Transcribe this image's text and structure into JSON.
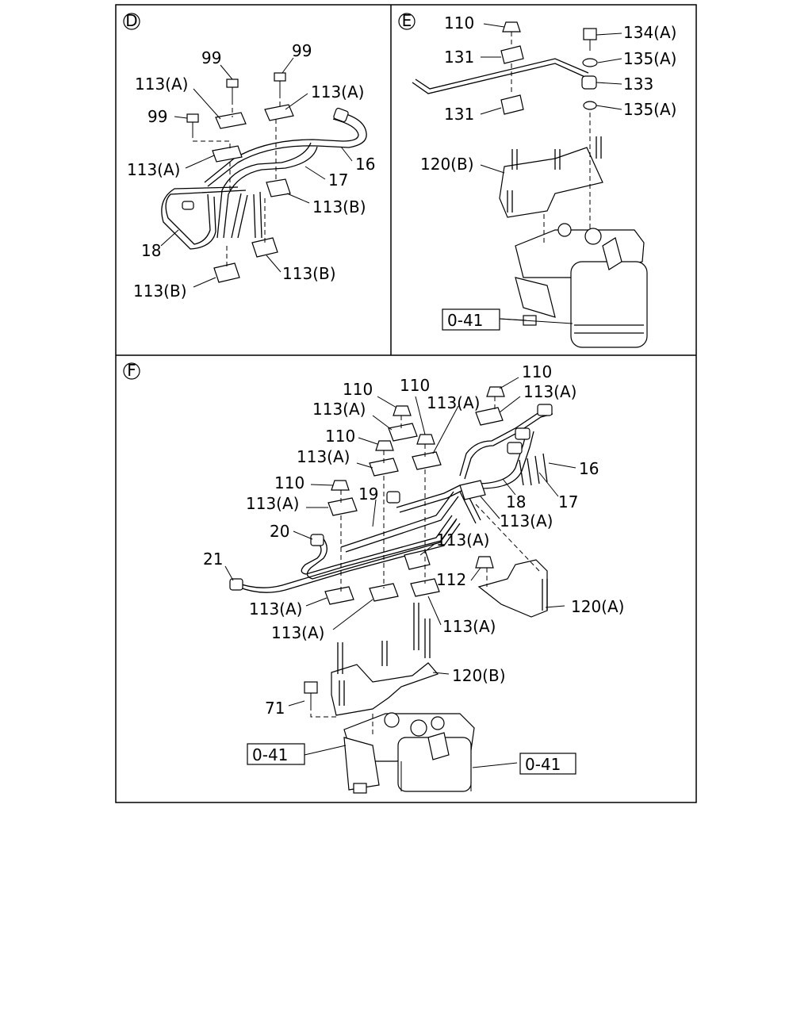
{
  "panels": {
    "D": {
      "marker": "D",
      "labels": {
        "l99a": "99",
        "l99b": "99",
        "l99c": "99",
        "l113a1": "113(A)",
        "l113a2": "113(A)",
        "l113a3": "113(A)",
        "l16": "16",
        "l17": "17",
        "l18": "18",
        "l113b1": "113(B)",
        "l113b2": "113(B)",
        "l113b3": "113(B)"
      }
    },
    "E": {
      "marker": "E",
      "labels": {
        "l110": "110",
        "l131a": "131",
        "l131b": "131",
        "l134a": "134(A)",
        "l135a1": "135(A)",
        "l133": "133",
        "l135a2": "135(A)",
        "l120b": "120(B)",
        "l041": "0-41"
      }
    },
    "F": {
      "marker": "F",
      "labels": {
        "l110a": "110",
        "l110b": "110",
        "l110c": "110",
        "l110d": "110",
        "l110e": "110",
        "l113a_1": "113(A)",
        "l113a_2": "113(A)",
        "l113a_3": "113(A)",
        "l113a_4": "113(A)",
        "l113a_5": "113(A)",
        "l113a_6": "113(A)",
        "l113a_7": "113(A)",
        "l113a_8": "113(A)",
        "l113a_9": "113(A)",
        "l113a_10": "113(A)",
        "l16": "16",
        "l17": "17",
        "l18": "18",
        "l19": "19",
        "l20": "20",
        "l21": "21",
        "l112": "112",
        "l120a": "120(A)",
        "l120b": "120(B)",
        "l71": "71",
        "l041a": "0-41",
        "l041b": "0-41"
      }
    }
  }
}
